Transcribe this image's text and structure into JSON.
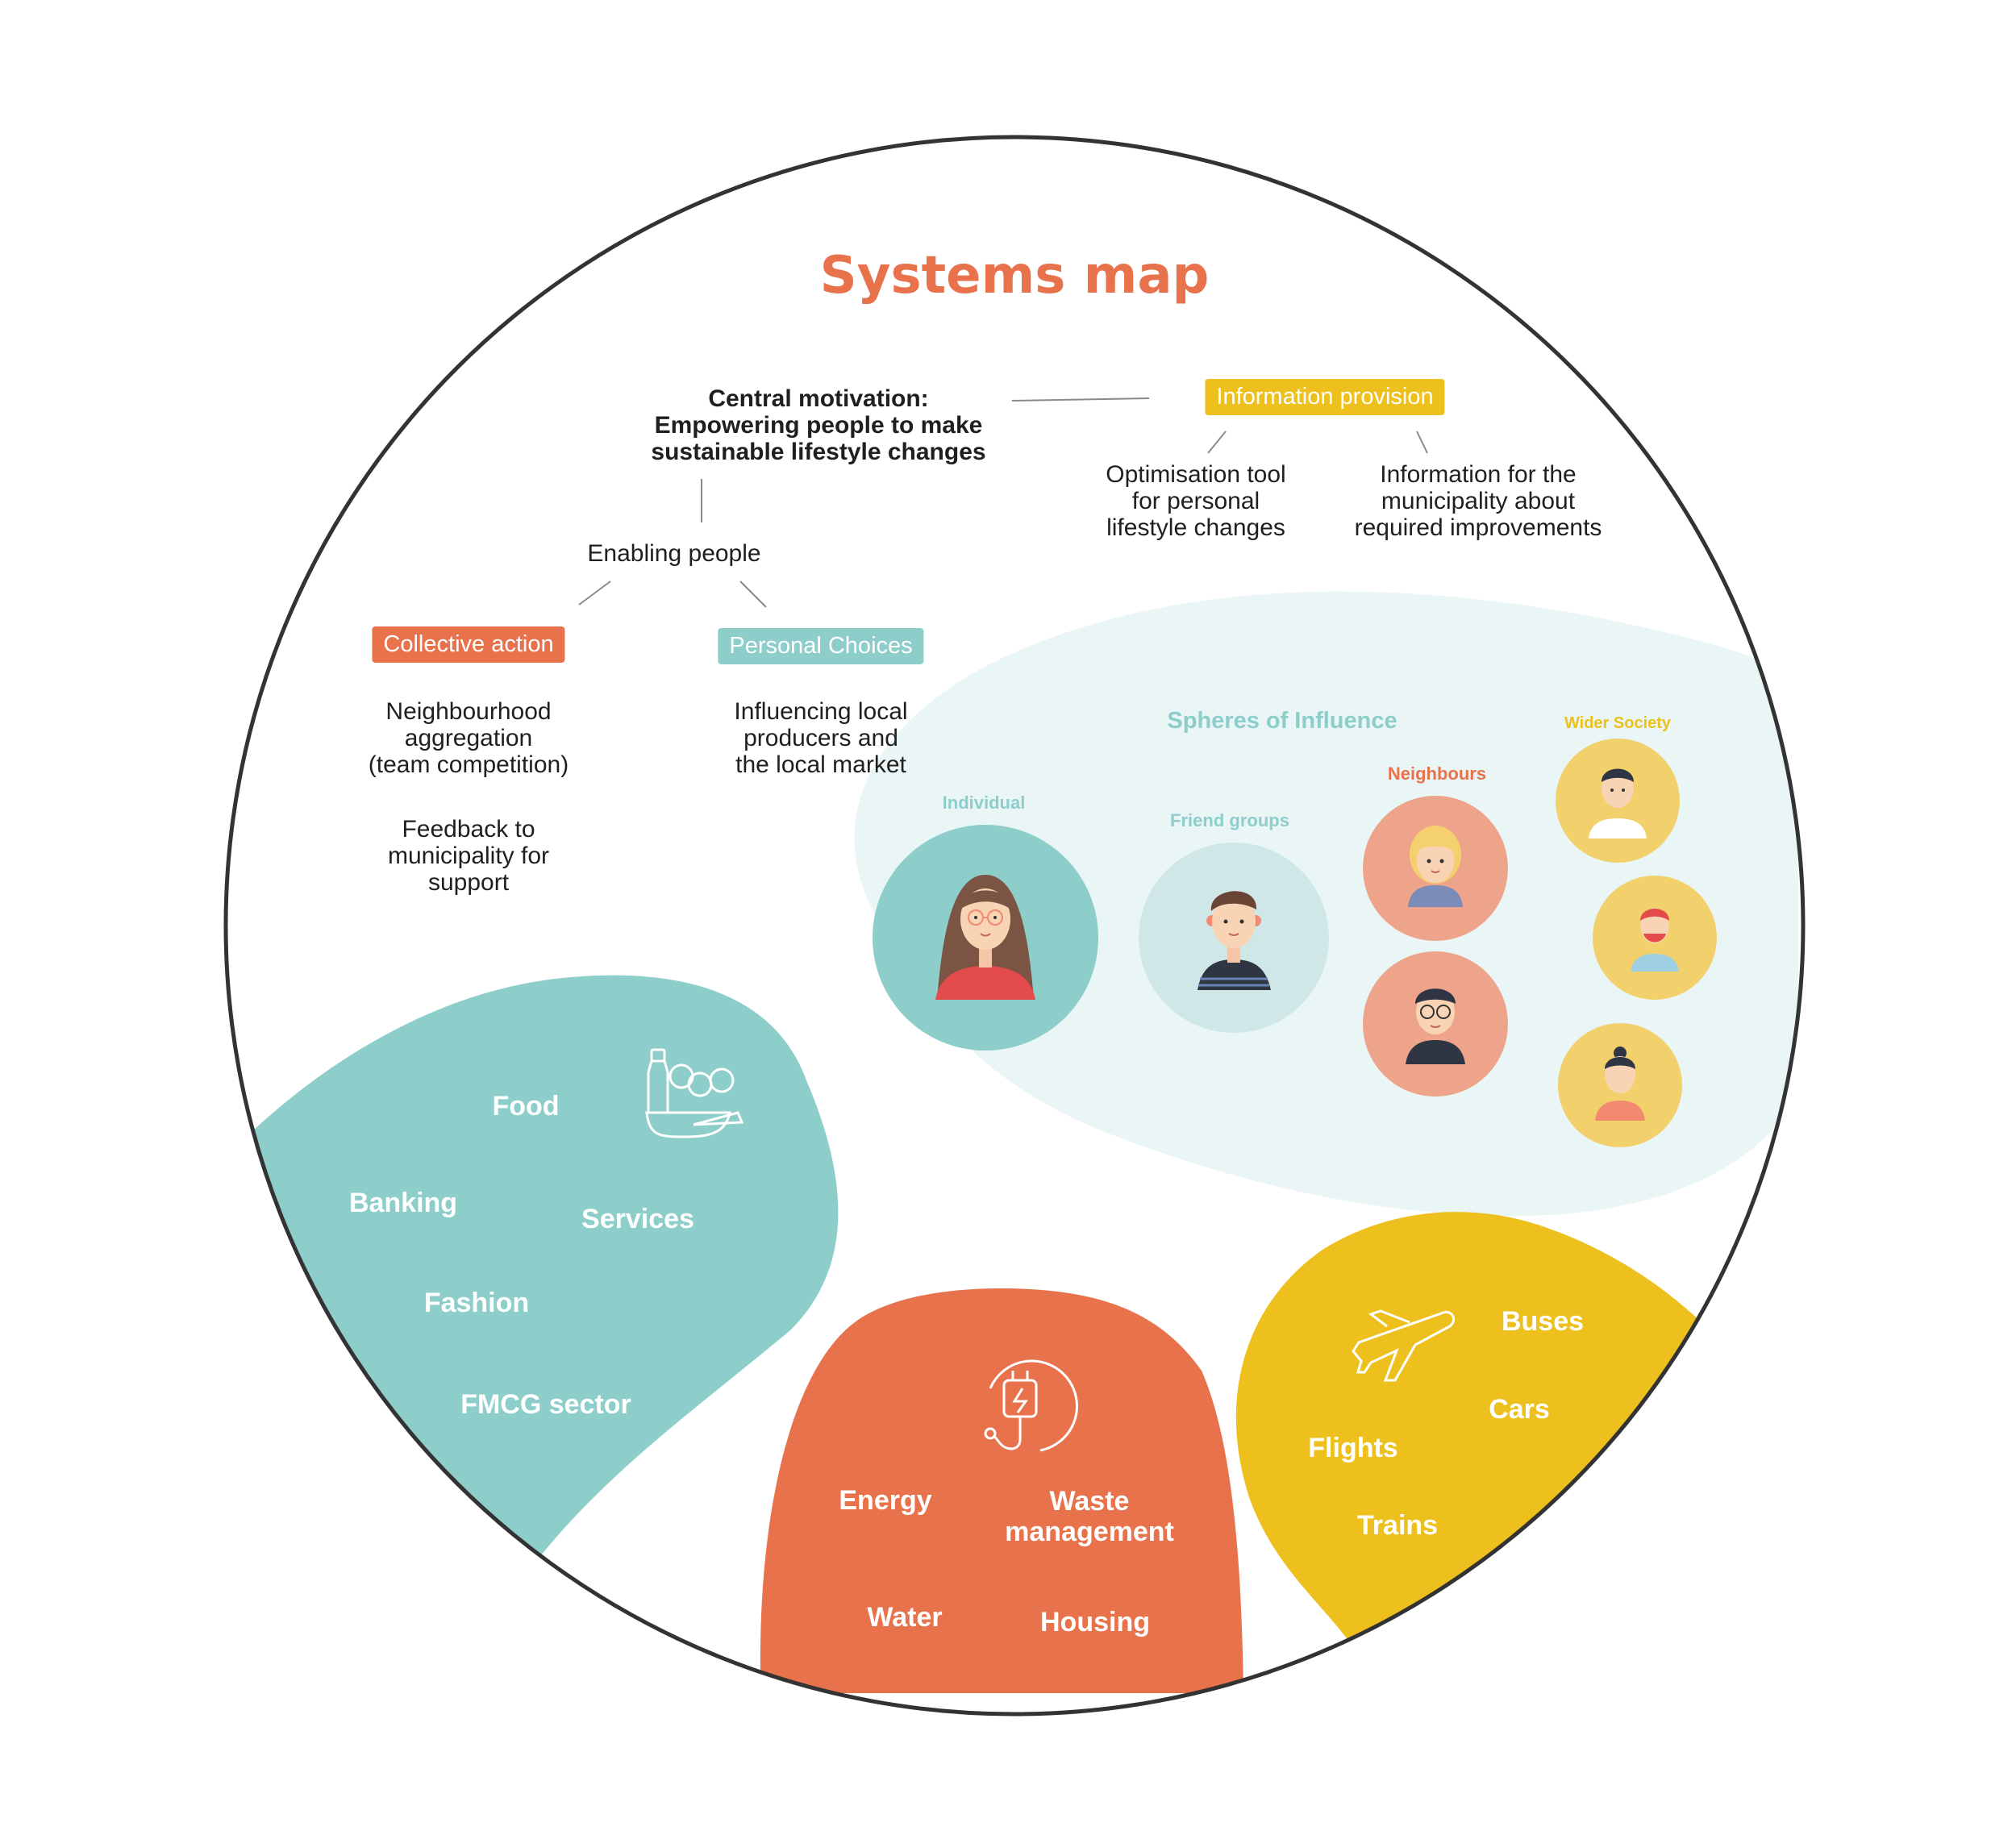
{
  "title": "Systems map",
  "colors": {
    "orange": "#E8724C",
    "teal": "#8DCDCA",
    "yellow": "#EDC01D",
    "pale_blue": "#EAF5F6",
    "circle_stroke": "#333333"
  },
  "central_motivation": {
    "line1": "Central motivation:",
    "line2": "Empowering people to make",
    "line3": "sustainable lifestyle changes"
  },
  "information_provision": {
    "label": "Information provision",
    "left": [
      "Optimisation tool",
      "for personal",
      "lifestyle changes"
    ],
    "right": [
      "Information for the",
      "municipality about",
      "required improvements"
    ]
  },
  "enabling_people": "Enabling people",
  "collective_action": {
    "label": "Collective action",
    "item1": [
      "Neighbourhood",
      "aggregation",
      "(team competition)"
    ],
    "item2": [
      "Feedback to",
      "municipality for",
      "support"
    ]
  },
  "personal_choices": {
    "label": "Personal Choices",
    "item1": [
      "Influencing local",
      "producers and",
      "the local market"
    ]
  },
  "spheres": {
    "title": "Spheres of Influence",
    "individual": "Individual",
    "friend_groups": "Friend groups",
    "neighbours": "Neighbours",
    "wider_society": "Wider Society"
  },
  "teal_sector": {
    "icon": "food-basket-icon",
    "labels": [
      "Food",
      "Banking",
      "Services",
      "Fashion",
      "FMCG sector"
    ]
  },
  "orange_sector": {
    "icon": "plug-icon",
    "energy": "Energy",
    "waste": [
      "Waste",
      "management"
    ],
    "water": "Water",
    "housing": "Housing"
  },
  "yellow_sector": {
    "icon": "airplane-icon",
    "labels": [
      "Buses",
      "Cars",
      "Flights",
      "Trains"
    ]
  }
}
